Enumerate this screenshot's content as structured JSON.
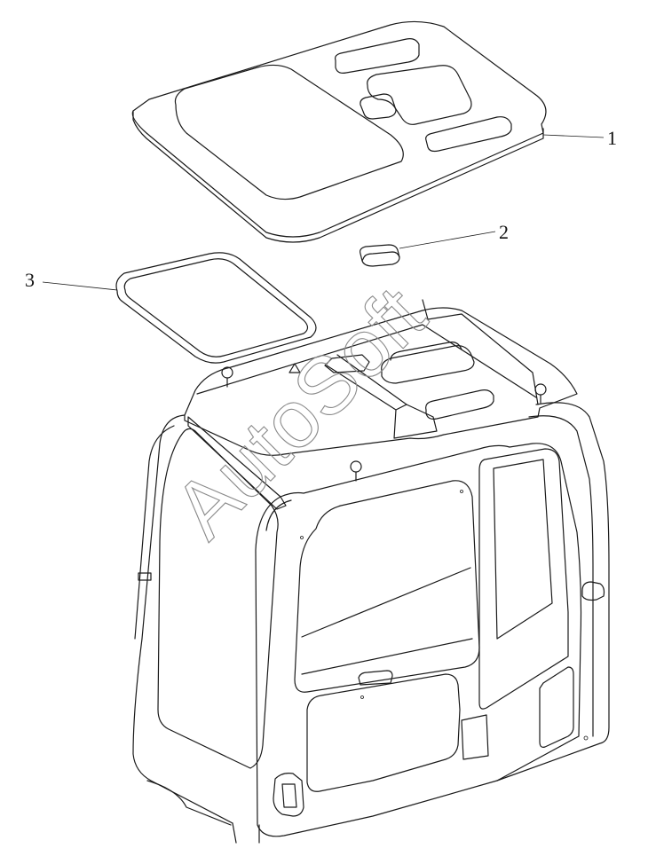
{
  "callouts": [
    {
      "number": "1",
      "part": "roof-panel"
    },
    {
      "number": "2",
      "part": "pad"
    },
    {
      "number": "3",
      "part": "glass"
    }
  ],
  "watermark": "AutoSoft",
  "colors": {
    "line": "#1a1a1a",
    "background": "#ffffff",
    "watermark": "#8a8a8a"
  }
}
